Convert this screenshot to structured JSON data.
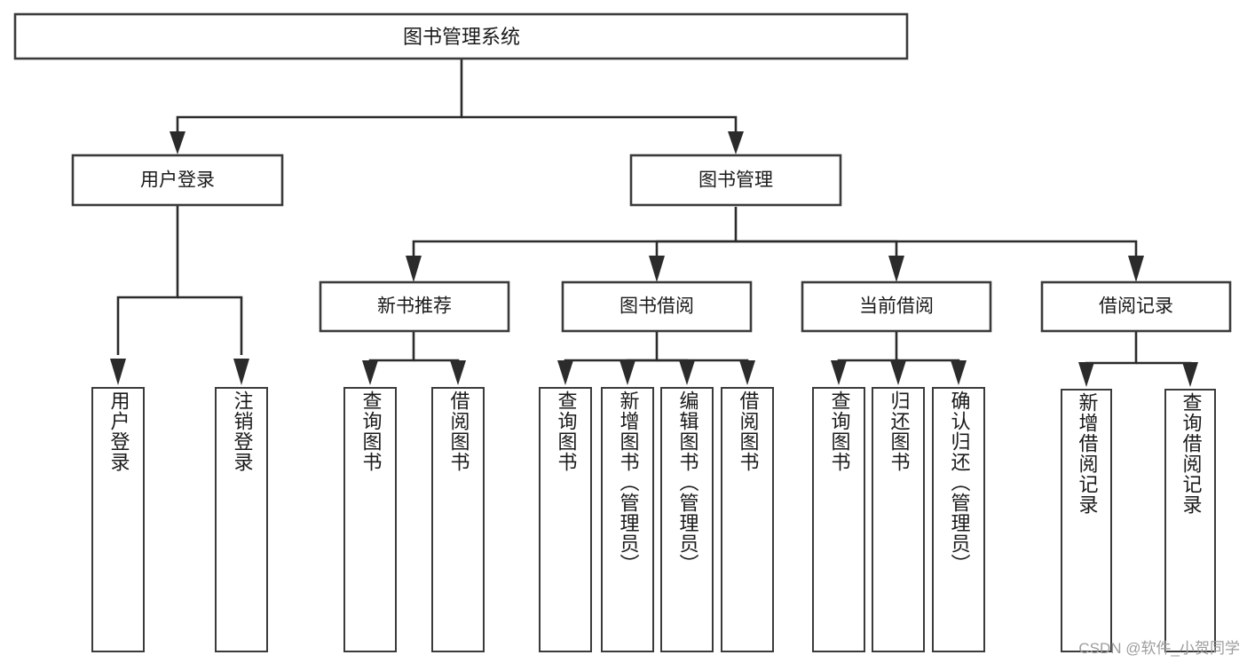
{
  "diagram": {
    "type": "tree-hierarchy",
    "title": "图书管理系统",
    "watermark": "CSDN @软件_小贺同学",
    "colors": {
      "box_stroke": "#3b3b3b",
      "connector": "#2b2b2b",
      "box_fill": "#ffffff",
      "text": "#1a1a1a",
      "watermark": "#9d9d9d",
      "background": "#ffffff"
    },
    "root": {
      "label": "图书管理系统"
    },
    "level1": [
      {
        "label": "用户登录"
      },
      {
        "label": "图书管理"
      }
    ],
    "level2": [
      {
        "label": "新书推荐"
      },
      {
        "label": "图书借阅"
      },
      {
        "label": "当前借阅"
      },
      {
        "label": "借阅记录"
      }
    ],
    "leaves": {
      "user_login": [
        {
          "label": "用户登录"
        },
        {
          "label": "注销登录"
        }
      ],
      "new_book": [
        {
          "label": "查询图书"
        },
        {
          "label": "借阅图书"
        }
      ],
      "book_borrow": [
        {
          "label": "查询图书"
        },
        {
          "label": "新增图书（管理员）"
        },
        {
          "label": "编辑图书（管理员）"
        },
        {
          "label": "借阅图书"
        }
      ],
      "current_borrow": [
        {
          "label": "查询图书"
        },
        {
          "label": "归还图书"
        },
        {
          "label": "确认归还（管理员）"
        }
      ],
      "borrow_record": [
        {
          "label": "新增借阅记录"
        },
        {
          "label": "查询借阅记录"
        }
      ]
    }
  }
}
